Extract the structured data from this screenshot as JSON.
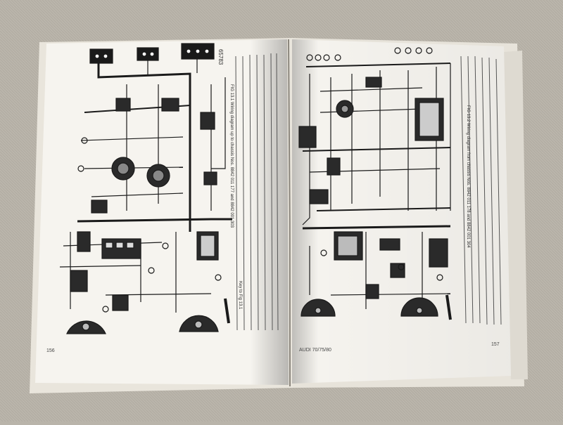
{
  "book": {
    "left_page": {
      "page_number": "156",
      "figure_number": "65783",
      "caption": "FIG 13.1  Wiring diagram up to chassis Nos. 8842 011 177 and 8842 001 303",
      "key_line": "Key to Fig 13.1"
    },
    "right_page": {
      "page_number": "157",
      "footer": "AUDI 70/75/80",
      "caption": "FIG 13.2  Wiring diagram from chassis Nos. 8842 011 178 and 8842 001 304"
    }
  }
}
